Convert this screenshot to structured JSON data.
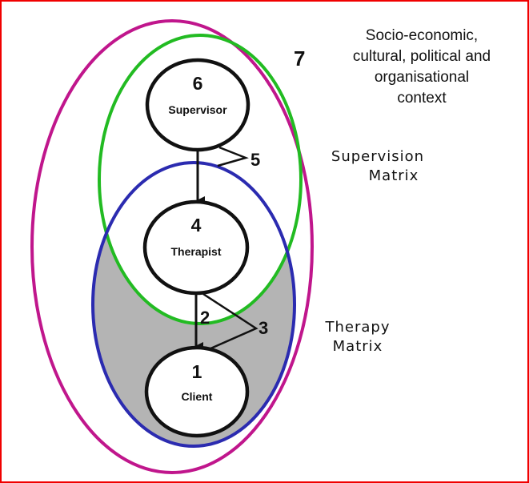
{
  "colors": {
    "frame": "#f00000",
    "context_ellipse": "#c0168c",
    "supervision_ellipse": "#22bb22",
    "therapy_ellipse": "#2b2bb0",
    "therapy_fill": "#b4b4b4",
    "node_stroke": "#111111"
  },
  "nodes": {
    "supervisor": {
      "number": "6",
      "label": "Supervisor"
    },
    "therapist": {
      "number": "4",
      "label": "Therapist"
    },
    "client": {
      "number": "1",
      "label": "Client"
    }
  },
  "links": {
    "supervision_process": "5",
    "therapy_intervention": "2",
    "therapy_relationship": "3"
  },
  "context": {
    "number": "7",
    "lines": [
      "Socio-economic,",
      "cultural, political and",
      "organisational",
      "context"
    ]
  },
  "supervision_matrix": {
    "lines": [
      "Supervision",
      "Matrix"
    ]
  },
  "therapy_matrix": {
    "lines": [
      "Therapy",
      "Matrix"
    ]
  }
}
